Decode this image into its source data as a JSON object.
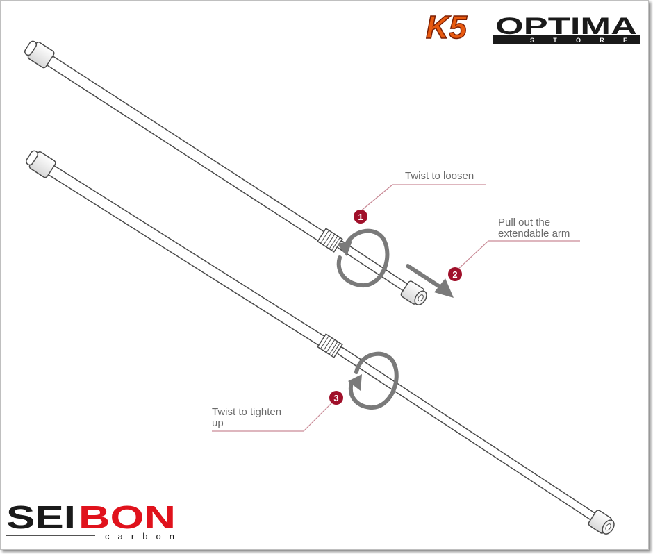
{
  "steps": [
    {
      "number": "1",
      "text": "Twist to loosen"
    },
    {
      "number": "2",
      "text": "Pull out the extendable arm",
      "line1": "Pull out the",
      "line2": "extendable arm"
    },
    {
      "number": "3",
      "text": "Twist to tighten up",
      "line1": "Twist to tighten",
      "line2": "up"
    }
  ],
  "logos": {
    "store_mark": "K5",
    "store_name": "OPTIMA",
    "store_sub": "S T O R E",
    "maker_name_left": "SEI",
    "maker_name_right": "BON",
    "maker_sub": "carbon"
  },
  "colors": {
    "badge": "#a0102a",
    "callout_line": "#c98a96",
    "arrow": "#7a7a7a",
    "rod_outline": "#4a4a4a",
    "maker_red": "#e0121c",
    "store_flame": "#e85a10"
  },
  "icons": [
    "rotate-arrow-icon",
    "pull-arrow-icon"
  ]
}
